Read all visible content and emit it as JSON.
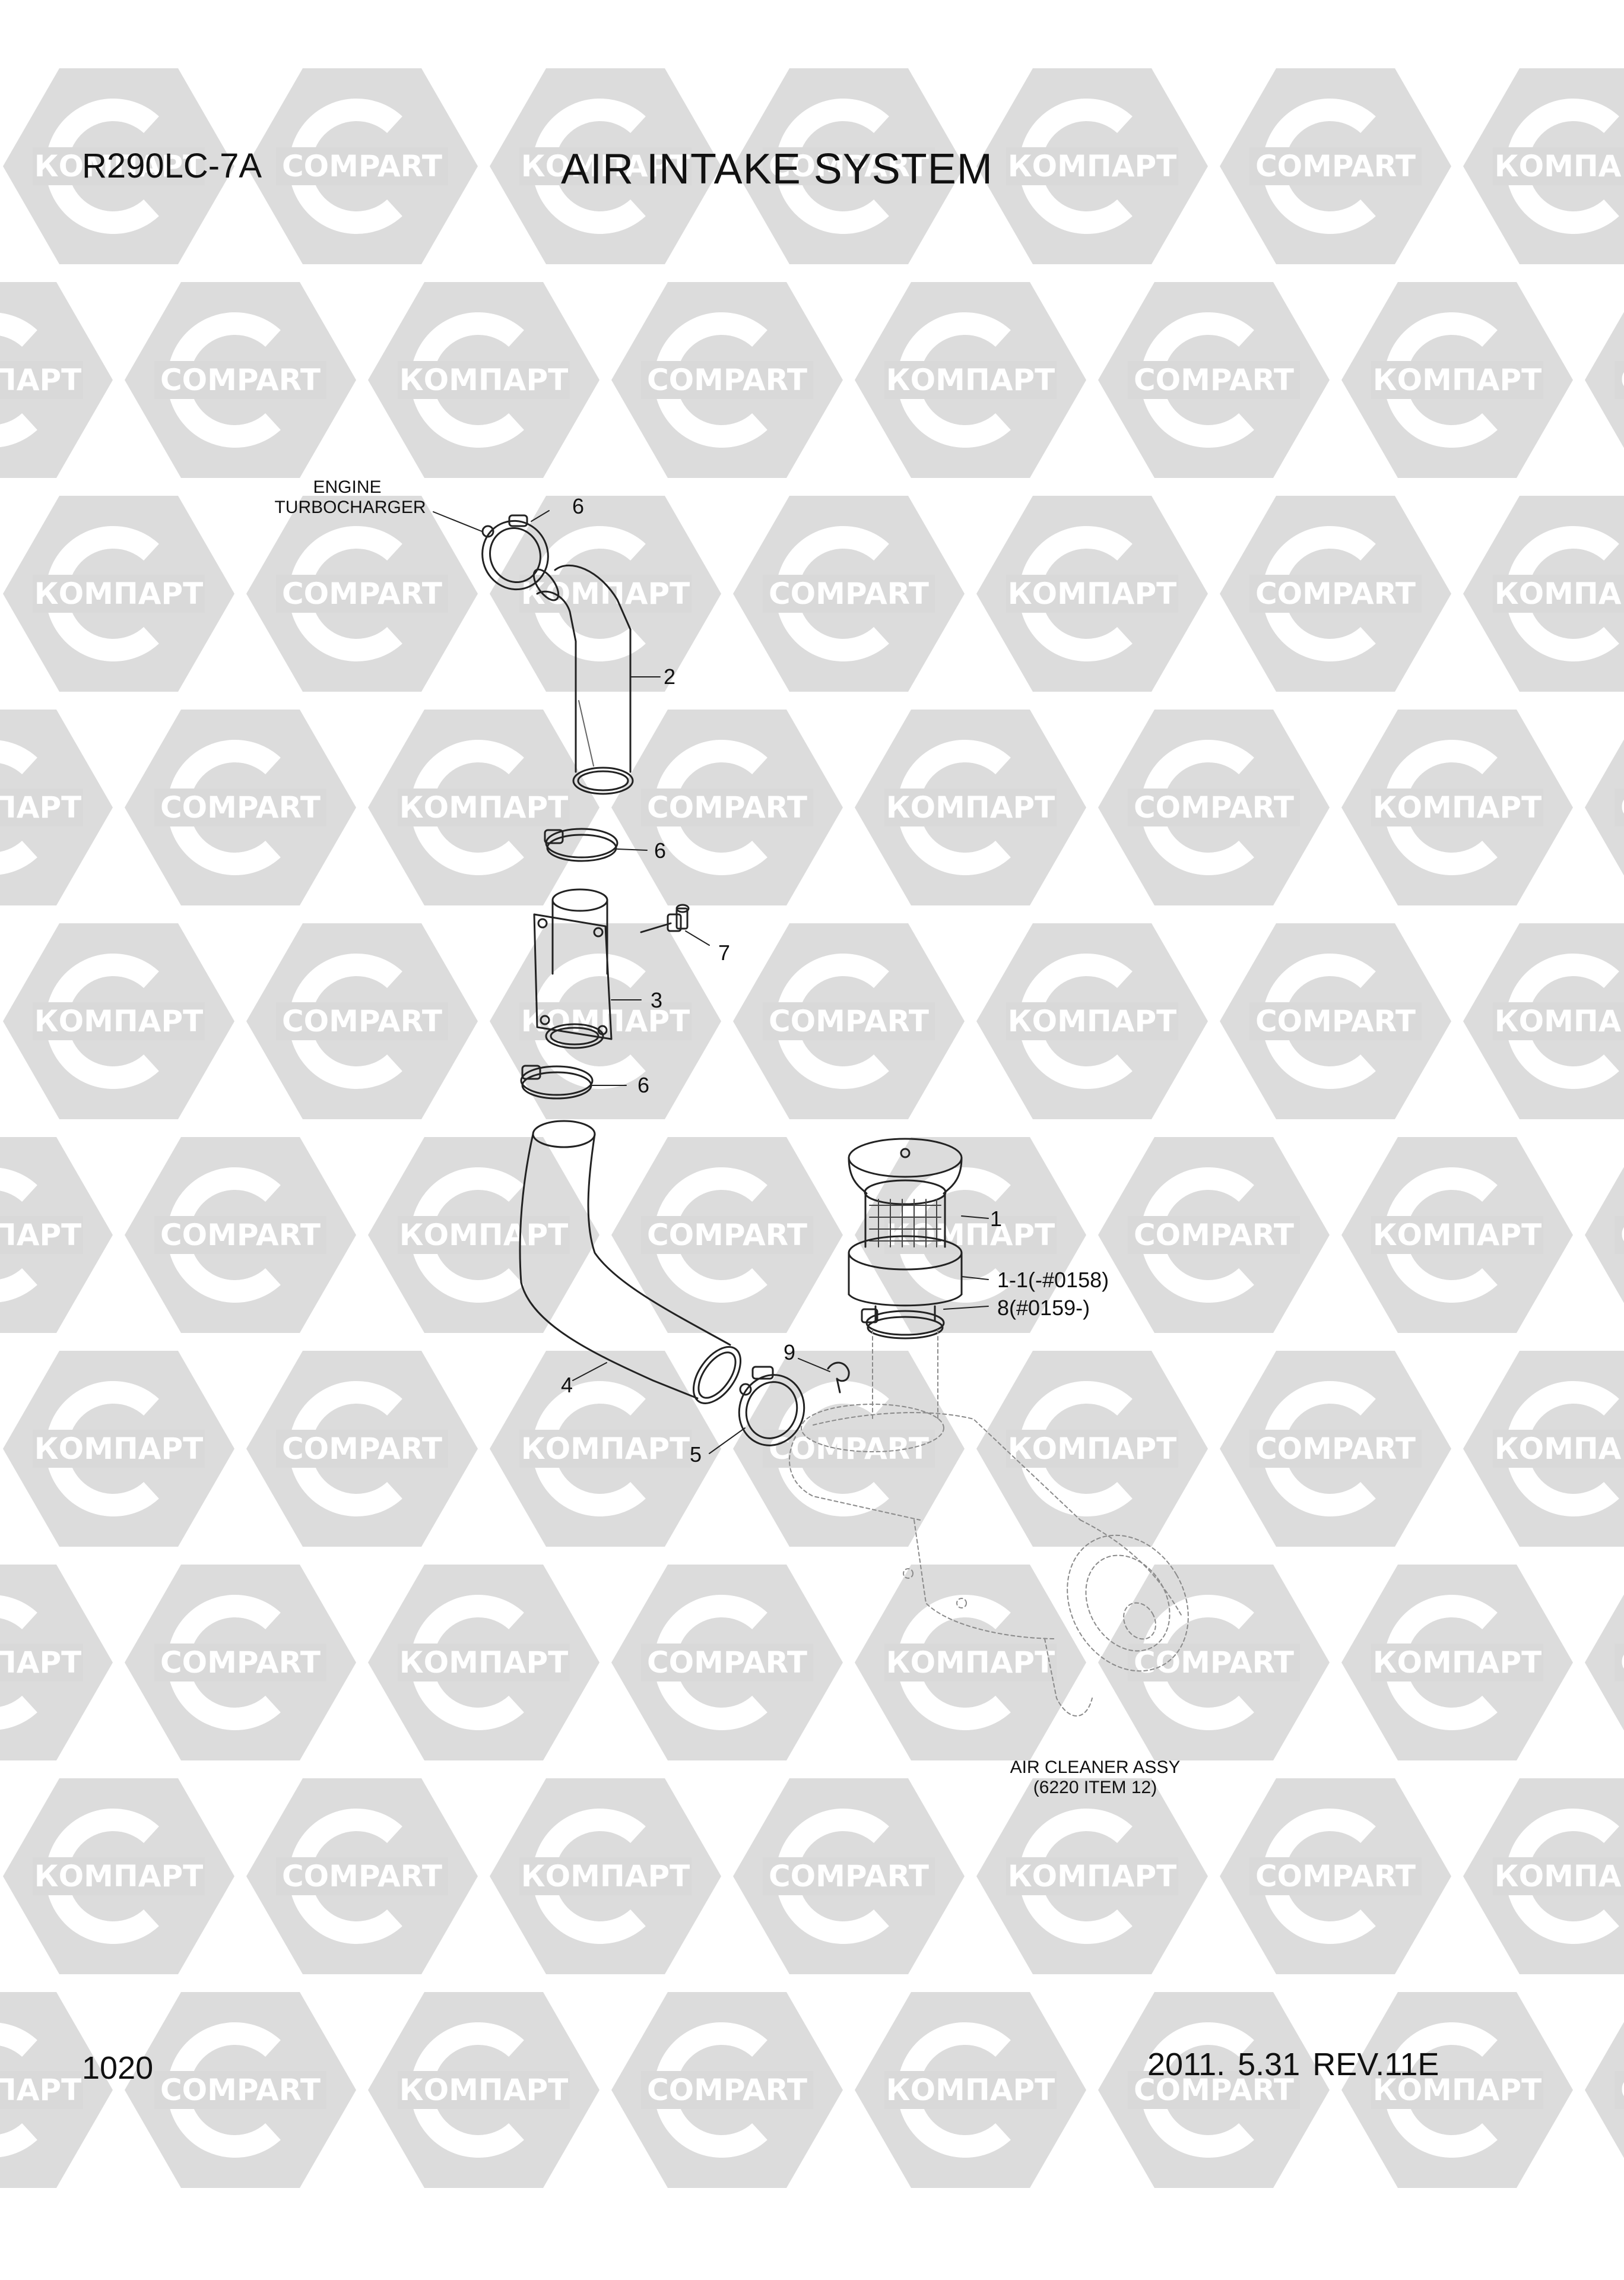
{
  "header": {
    "model": "R290LC-7A",
    "title": "AIR INTAKE SYSTEM"
  },
  "footer": {
    "page_number": "1020",
    "revision": "2011. 5.31  REV.11E"
  },
  "watermark": {
    "text_cyrillic": "КОМПАРТ",
    "text_latin": "COMPART",
    "color": "#d7d7d7"
  },
  "callouts": {
    "engine_line1": "ENGINE",
    "engine_line2": "TURBOCHARGER",
    "item_6_top": "6",
    "item_2": "2",
    "item_6_mid": "6",
    "item_7": "7",
    "item_3": "3",
    "item_6_low": "6",
    "item_1": "1",
    "item_1_1": "1-1(-#0158)",
    "item_8": "8(#0159-)",
    "item_9": "9",
    "item_4": "4",
    "item_5": "5",
    "air_cleaner_line1": "AIR CLEANER ASSY",
    "air_cleaner_line2": "(6220 ITEM 12)"
  },
  "colors": {
    "line": "#222222",
    "phantom": "#8a8a8a",
    "text": "#111111"
  }
}
